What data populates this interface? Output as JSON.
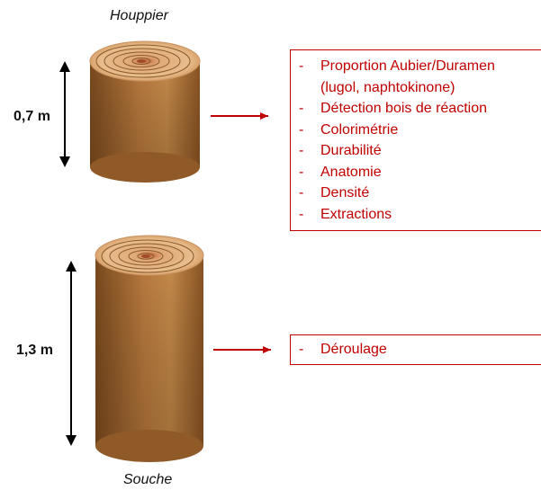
{
  "top_log": {
    "title": "Houppier",
    "height_label": "0,7 m",
    "uses": [
      [
        "Proportion Aubier/Duramen",
        "(lugol, naphtokinone)"
      ],
      [
        "Détection bois de réaction"
      ],
      [
        "Colorimétrie"
      ],
      [
        "Durabilité"
      ],
      [
        "Anatomie"
      ],
      [
        "Densité"
      ],
      [
        "Extractions"
      ]
    ]
  },
  "bottom_log": {
    "title": "Souche",
    "height_label": "1,3 m",
    "uses": [
      [
        "Déroulage"
      ]
    ]
  },
  "colors": {
    "accent": "#c00000",
    "wood_dark": "#7a4a1e",
    "wood_light": "#c58b4a",
    "ring": "#8b5a2b"
  }
}
